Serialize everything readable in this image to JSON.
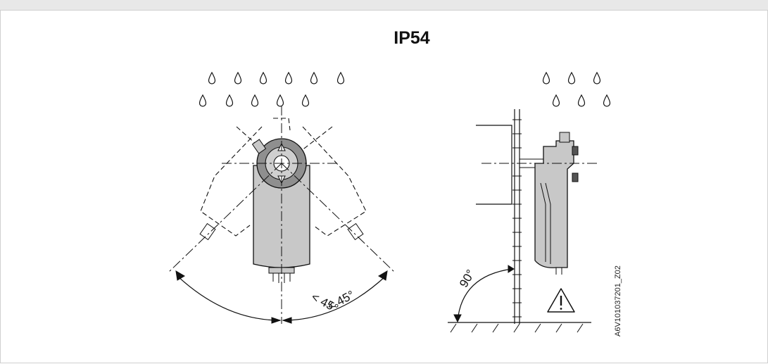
{
  "diagram": {
    "title": "IP54",
    "angle_left": "< 45°",
    "angle_right": "< 45°",
    "angle_wall": "90°",
    "doc_code": "A6V101037201_Z02",
    "warning_icon": "warning-triangle-icon"
  },
  "colors": {
    "body_fill": "#c8c8c8",
    "hub_fill": "#8f8f8f",
    "stroke": "#111111"
  }
}
